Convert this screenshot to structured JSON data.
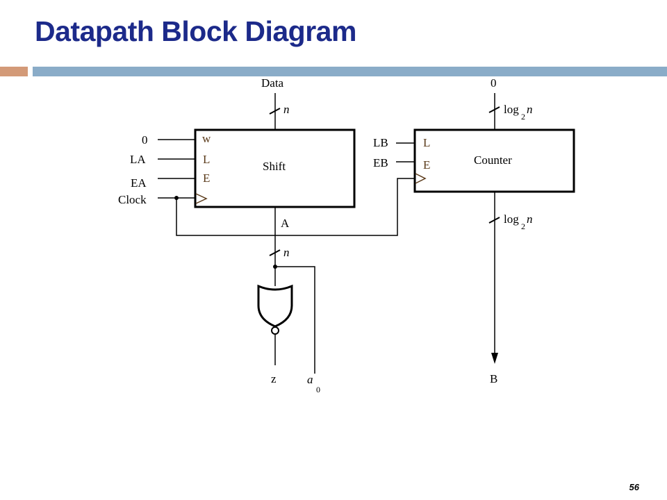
{
  "title": "Datapath Block Diagram",
  "page_number": "56",
  "colors": {
    "title": "#1c2a8a",
    "bar_orange": "#d39a78",
    "bar_blue": "#8aacc8",
    "wire": "#000000",
    "inner_port_text": "#5a3a1a"
  },
  "diagram": {
    "shift": {
      "name": "Shift",
      "ports": [
        "w",
        "L",
        "E"
      ],
      "inputs": [
        "0",
        "LA",
        "EA",
        "Clock"
      ],
      "data_label": "Data",
      "data_width": "n",
      "output_label": "A",
      "output_width": "n"
    },
    "counter": {
      "name": "Counter",
      "ports": [
        "L",
        "E"
      ],
      "inputs": [
        "LB",
        "EB"
      ],
      "data_label": "0",
      "data_width_text": "log",
      "data_width_sub": "2",
      "data_width_var": "n",
      "output_width_text": "log",
      "output_width_sub": "2",
      "output_width_var": "n",
      "output_label": "B"
    },
    "outputs": {
      "z": "z",
      "a0_text": "a",
      "a0_sub": "0"
    }
  }
}
